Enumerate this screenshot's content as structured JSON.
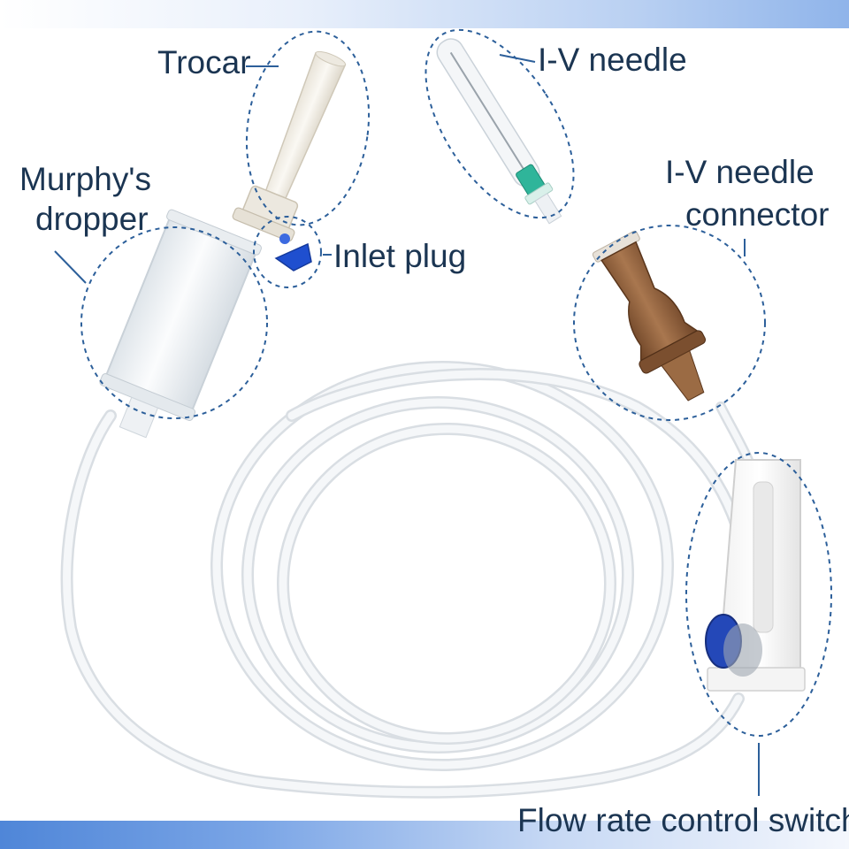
{
  "labels": {
    "trocar": "Trocar",
    "murphys_dropper_line1": "Murphy's",
    "murphys_dropper_line2": "dropper",
    "inlet_plug": "Inlet plug",
    "iv_needle": "I-V needle",
    "iv_needle_connector_line1": "I-V needle",
    "iv_needle_connector_line2": "connector",
    "flow_rate_control_switch": "Flow rate control switch"
  },
  "colors": {
    "label_text": "#1b3552",
    "callout_ring": "#2c5f9a",
    "tubing": "#eef1f4",
    "connector": "#8a5a35",
    "needle_hub": "#2fb59a",
    "roller_wheel": "#2448b8",
    "inlet_plug": "#1f4fcf",
    "band_top": "#8fb4ea",
    "band_bottom": "#4f86d8"
  }
}
